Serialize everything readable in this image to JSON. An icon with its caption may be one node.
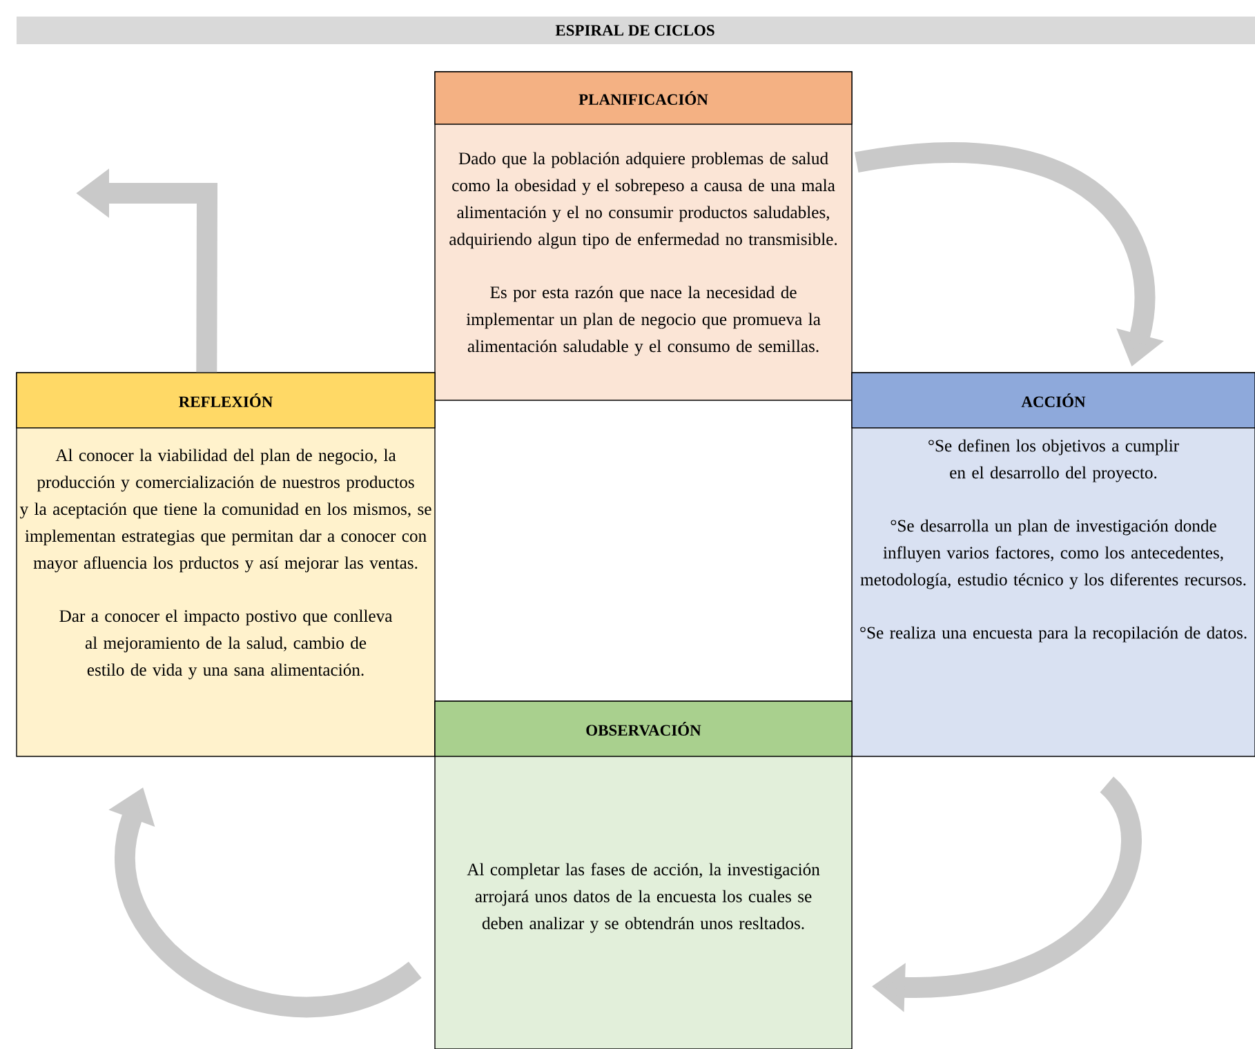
{
  "diagram": {
    "title": "ESPIRAL DE CICLOS",
    "nodes": [
      {
        "text": [
          "PLANIFICACIÓN",
          "Dado que la población adquiere problemas de salud como la obesidad y el sobrepeso a causa de una mala alimentación y el no consumir productos saludables, adquiriendo algun tipo de enfermedad no transmisible.",
          "Es por esta razón que nace la necesidad de implementar un plan de negocio que promueva la alimentación saludable y el consumo de semillas."
        ]
      },
      {
        "text": [
          "REFLEXIÓN",
          "Al conocer la viabilidad del plan de negocio, la producción y comercialización de nuestros productos y la aceptación que tiene la comunidad en los mismos, se implementan estrategias que permitan dar a conocer con mayor afluencia los prductos y así mejorar las ventas.",
          "Dar a conocer el impacto postivo que conlleva al mejoramiento de la salud, cambio de estilo de vida y una sana alimentación."
        ]
      },
      {
        "text": [
          "ACCIÓN",
          "°Se definen los objetivos a cumplir en el desarrollo del proyecto.",
          "°Se desarrolla un plan de investigación donde influyen varios factores, como los antecedentes, metodología, estudio técnico y los diferentes recursos.",
          "°Se realiza una encuesta para la recopilación de datos."
        ]
      },
      {
        "text": [
          "OBSERVACIÓN",
          "Al completar las fases de acción, la investigación arrojará unos datos de la encuesta los cuales se deben analizar y se obtendrán unos resltados."
        ]
      }
    ],
    "edges": [
      {
        "from": 0,
        "to": 2,
        "arrow": "to"
      },
      {
        "from": 2,
        "to": 3,
        "arrow": "to"
      },
      {
        "from": 3,
        "to": 1,
        "arrow": "to"
      },
      {
        "from": 1,
        "to": null,
        "arrow": "to"
      }
    ]
  }
}
